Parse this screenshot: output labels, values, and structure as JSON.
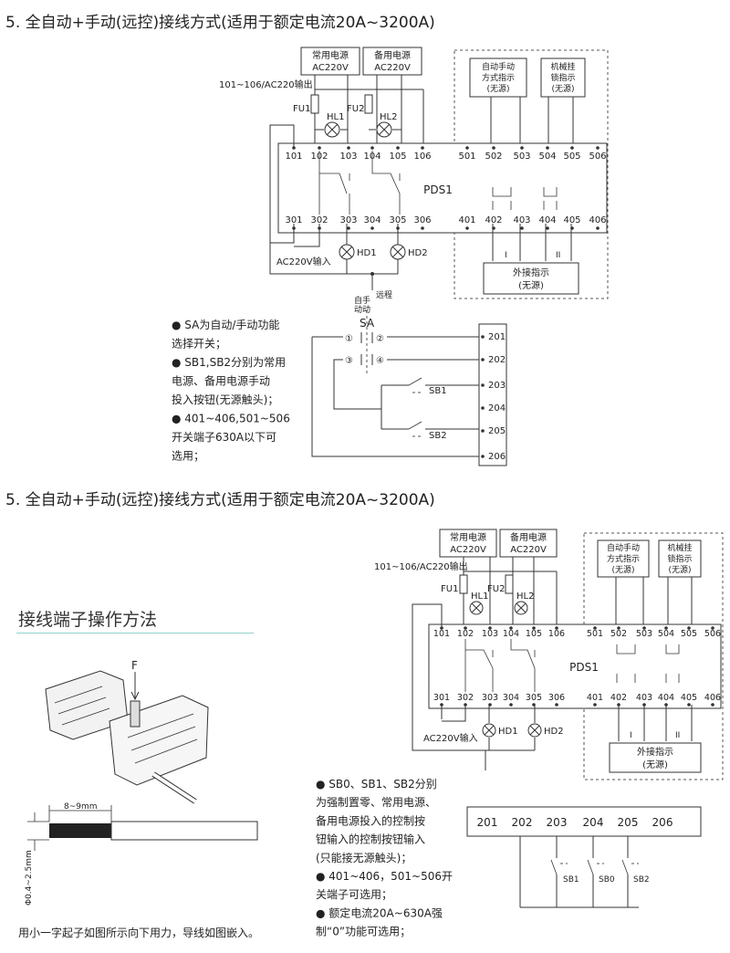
{
  "section1": {
    "heading": "5. 全自动+手动(远控)接线方式(适用于额定电流20A~3200A)",
    "main_power": [
      "常用电源",
      "AC220V"
    ],
    "backup_power": [
      "备用电源",
      "AC220V"
    ],
    "mode_indicator": [
      "自动手动",
      "方式指示",
      "(无源)"
    ],
    "lock_indicator": [
      "机械挂",
      "锁指示",
      "(无源)"
    ],
    "output_label": "101~106/AC220输出",
    "fuse1": "FU1",
    "fuse2": "FU2",
    "lamp1": "HL1",
    "lamp2": "HL2",
    "top_terminals": [
      "101",
      "102",
      "103",
      "104",
      "105",
      "106",
      "501",
      "502",
      "503",
      "504",
      "505",
      "506"
    ],
    "bottom_terminals": [
      "301",
      "302",
      "303",
      "304",
      "305",
      "306",
      "401",
      "402",
      "403",
      "404",
      "405",
      "406"
    ],
    "device": "PDS1",
    "hd1": "HD1",
    "hd2": "HD2",
    "input_label": "AC220V输入",
    "ext_indicator": [
      "外接指示",
      "(无源)"
    ],
    "phase_i": "I",
    "phase_ii": "II",
    "sa_auto": "自手",
    "sa_auto2": "动动",
    "sa_remote": "远程",
    "sa": "SA",
    "sa_contacts": [
      "①",
      "②",
      "③",
      "④"
    ],
    "sb1": "SB1",
    "sb2": "SB2",
    "control_terminals": [
      "201",
      "202",
      "203",
      "204",
      "205",
      "206"
    ],
    "notes": [
      "● SA为自动/手动功能",
      "选择开关；",
      "● SB1,SB2分别为常用",
      "电源、备用电源手动",
      "投入按钮(无源触头)；",
      "● 401~406,501~506",
      "开关端子630A以下可",
      "选用；"
    ]
  },
  "section2": {
    "heading": "5. 全自动+手动(远控)接线方式(适用于额定电流20A~3200A)",
    "sb0": "SB0",
    "notes": [
      "● SB0、SB1、SB2分别",
      "为强制置零、常用电源、",
      "备用电源投入的控制按",
      "钮输入的控制按钮输入",
      "(只能接无源触头)；",
      "● 401~406，501~506开",
      "关端子可选用；",
      "● 额定电流20A~630A强",
      "制“0”功能可选用；"
    ]
  },
  "terminal_op": {
    "title": "接线端子操作方法",
    "force": "F",
    "strip_length": "8~9mm",
    "wire_diameter": "Φ0.4~2.5mm",
    "caption": "用小一字起子如图所示向下用力，导线如图嵌入。"
  }
}
